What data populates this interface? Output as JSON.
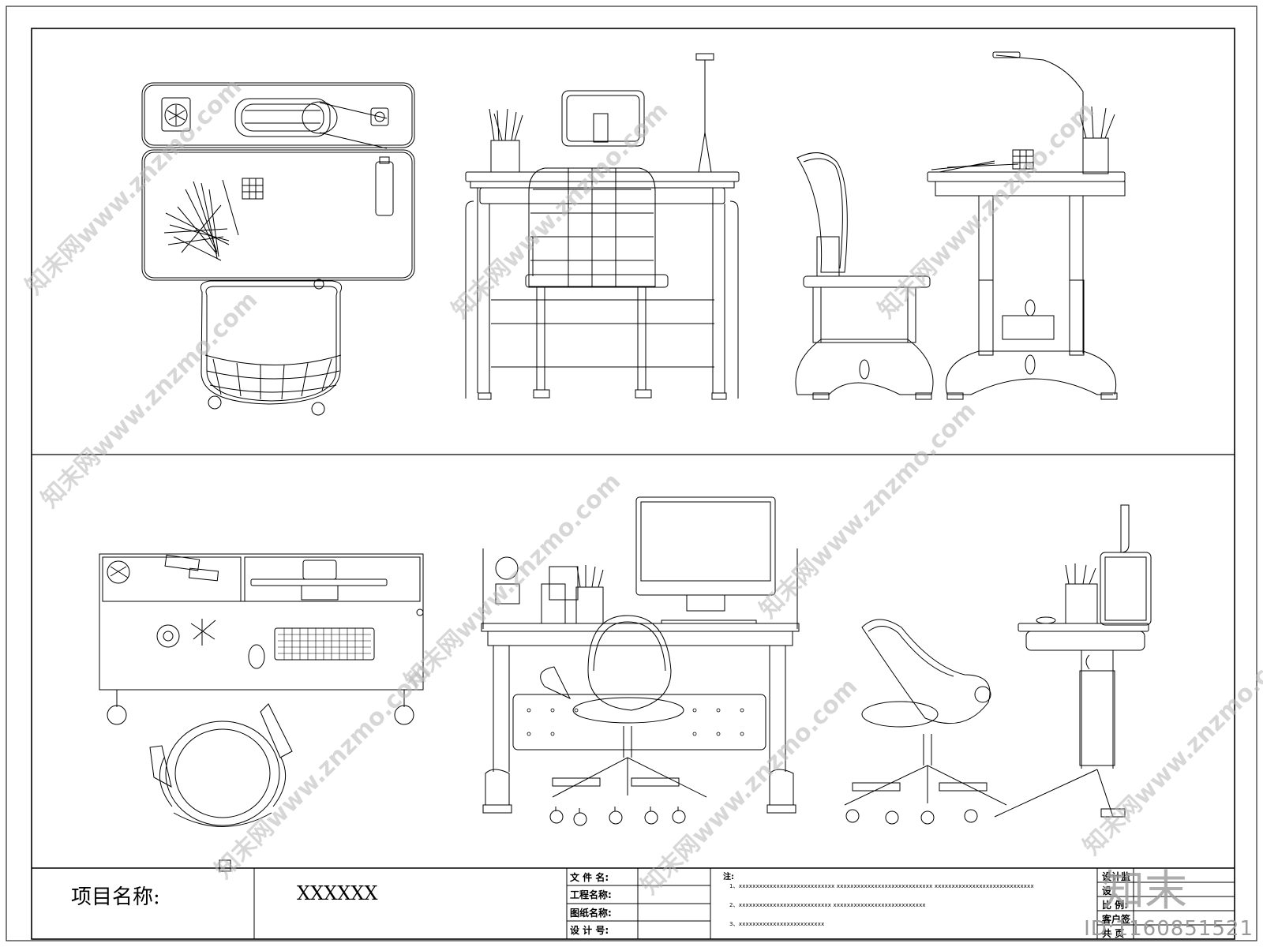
{
  "title_block": {
    "project_label": "项目名称:",
    "project_value": "XXXXXX",
    "fields": [
      "文 件 名:",
      "工程名称:",
      "图纸名称:",
      "设 计 号:"
    ],
    "notes_label": "注:",
    "notes": [
      "1、xxxxxxxxxxxxxxxxxxxxxxxxxxxx   xxxxxxxxxxxxxxxxxxxxxxxxxxxx   xxxxxxxxxxxxxxxxxxxxxxxxxxxxx",
      "2、xxxxxxxxxxxxxxxxxxxxxxxxxxx   xxxxxxxxxxxxxxxxxxxxxxxxxxx",
      "3、xxxxxxxxxxxxxxxxxxxxxxxxx"
    ],
    "right_fields": [
      "设计监",
      "设",
      "比  例:",
      "客户签",
      "共    页"
    ]
  },
  "watermark": {
    "text": "知末网www.znzmo.com",
    "logo": "知末",
    "id": "ID:1160851521"
  },
  "colors": {
    "line": "#000000",
    "watermark": "#b8b8b8"
  }
}
